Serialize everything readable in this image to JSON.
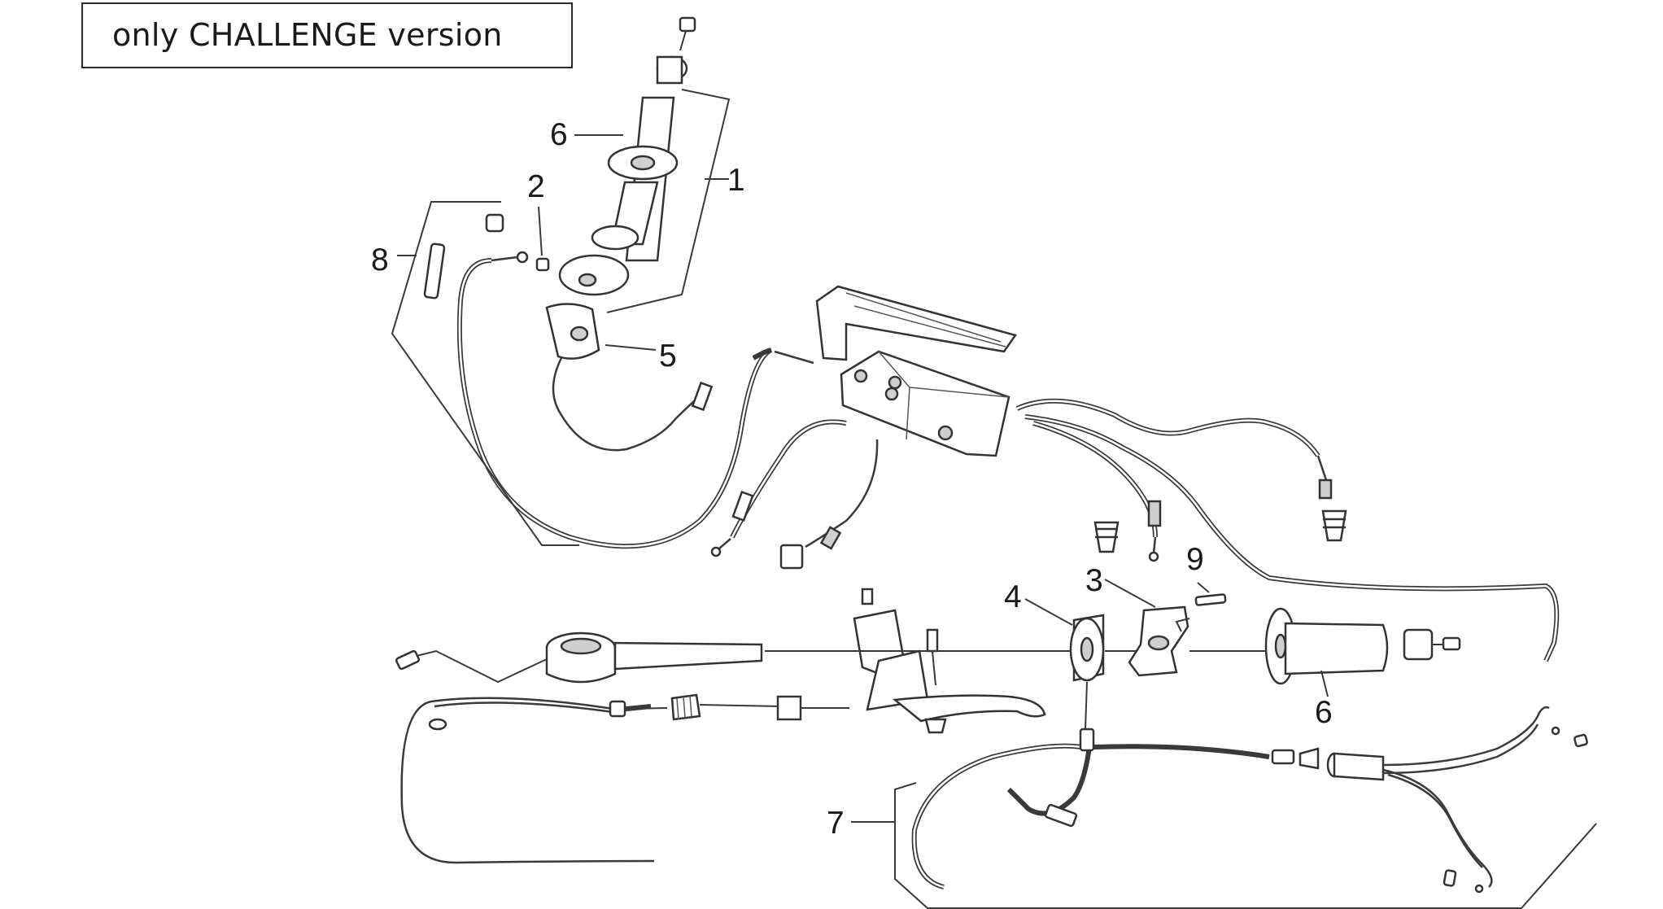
{
  "note": {
    "text": "only CHALLENGE version"
  },
  "callouts": {
    "c1": "1",
    "c2": "2",
    "c3": "3",
    "c4": "4",
    "c5": "5",
    "c6_top": "6",
    "c6_bottom": "6",
    "c7": "7",
    "c8": "8",
    "c9": "9"
  }
}
